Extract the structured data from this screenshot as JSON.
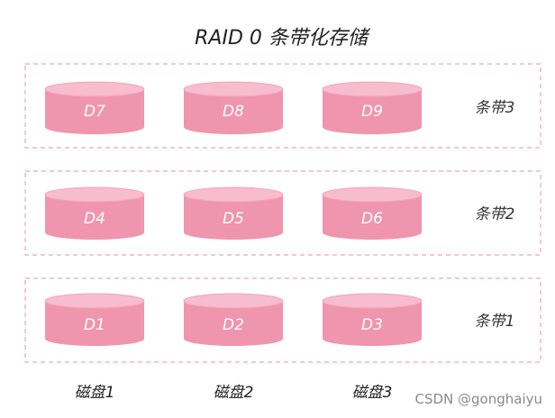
{
  "title": "RAID 0 条带化存储",
  "stripes": [
    {
      "label": "条带3",
      "blocks": [
        "D7",
        "D8",
        "D9"
      ]
    },
    {
      "label": "条带2",
      "blocks": [
        "D4",
        "D5",
        "D6"
      ]
    },
    {
      "label": "条带1",
      "blocks": [
        "D1",
        "D2",
        "D3"
      ]
    }
  ],
  "disks": [
    "磁盘1",
    "磁盘2",
    "磁盘3"
  ],
  "watermark": "CSDN @gonghaiyu",
  "colors": {
    "dashed_border": "#f2a3b9",
    "cylinder_body": "#ef95ad",
    "cylinder_top": "#f7bccd",
    "cylinder_rim": "#f2a6bb"
  }
}
